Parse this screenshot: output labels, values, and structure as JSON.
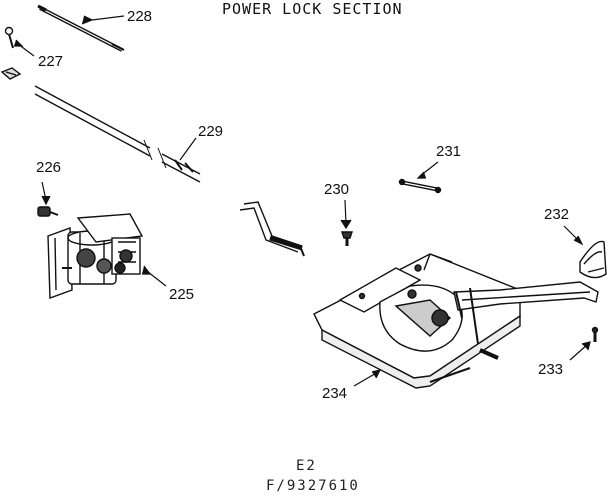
{
  "title": "POWER LOCK SECTION",
  "parts": [
    {
      "id": "p228",
      "label": "228"
    },
    {
      "id": "p227",
      "label": "227"
    },
    {
      "id": "p229",
      "label": "229"
    },
    {
      "id": "p226",
      "label": "226"
    },
    {
      "id": "p225",
      "label": "225"
    },
    {
      "id": "p230",
      "label": "230"
    },
    {
      "id": "p231",
      "label": "231"
    },
    {
      "id": "p232",
      "label": "232"
    },
    {
      "id": "p233",
      "label": "233"
    },
    {
      "id": "p234",
      "label": "234"
    }
  ],
  "footer": {
    "line1": "E2",
    "line2": "F/9327610"
  }
}
